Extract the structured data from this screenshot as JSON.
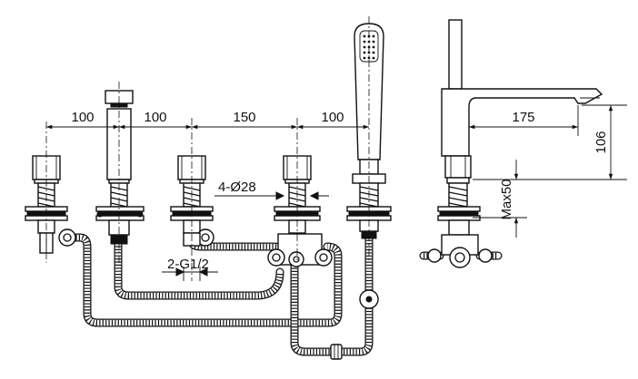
{
  "dimensions": {
    "spacing_1": "100",
    "spacing_2": "100",
    "spacing_3": "150",
    "spacing_4": "100",
    "hole_diameter": "4-Ø28",
    "inlet_thread": "2-G1/2",
    "spout_reach": "175",
    "spout_height": "106",
    "deck_thickness": "Max50"
  },
  "colors": {
    "line": "#111111",
    "background": "#ffffff"
  }
}
